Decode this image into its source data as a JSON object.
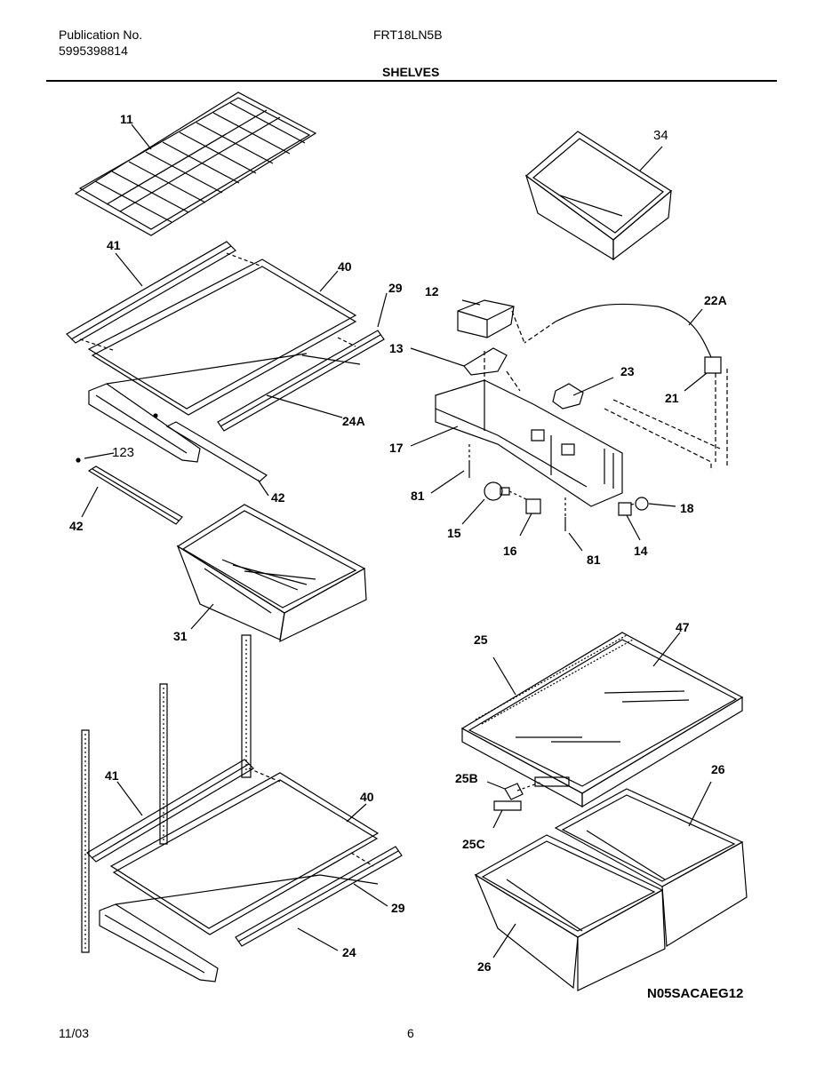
{
  "header": {
    "publication_label": "Publication No.",
    "publication_number": "5995398814",
    "model": "FRT18LN5B",
    "section_title": "SHELVES"
  },
  "callouts": {
    "c11": "11",
    "c41a": "41",
    "c40a": "40",
    "c29a": "29",
    "c24A": "24A",
    "c123": "123",
    "c42a": "42",
    "c42b": "42",
    "c31": "31",
    "c34": "34",
    "c12": "12",
    "c13": "13",
    "c22A": "22A",
    "c23": "23",
    "c21": "21",
    "c17": "17",
    "c81a": "81",
    "c15": "15",
    "c16": "16",
    "c81b": "81",
    "c14": "14",
    "c18": "18",
    "c25": "25",
    "c47": "47",
    "c25B": "25B",
    "c25C": "25C",
    "c26a": "26",
    "c26b": "26",
    "c41b": "41",
    "c40b": "40",
    "c29b": "29",
    "c24": "24"
  },
  "diagram_code": "N05SACAEG12",
  "footer": {
    "date": "11/03",
    "page": "6"
  }
}
